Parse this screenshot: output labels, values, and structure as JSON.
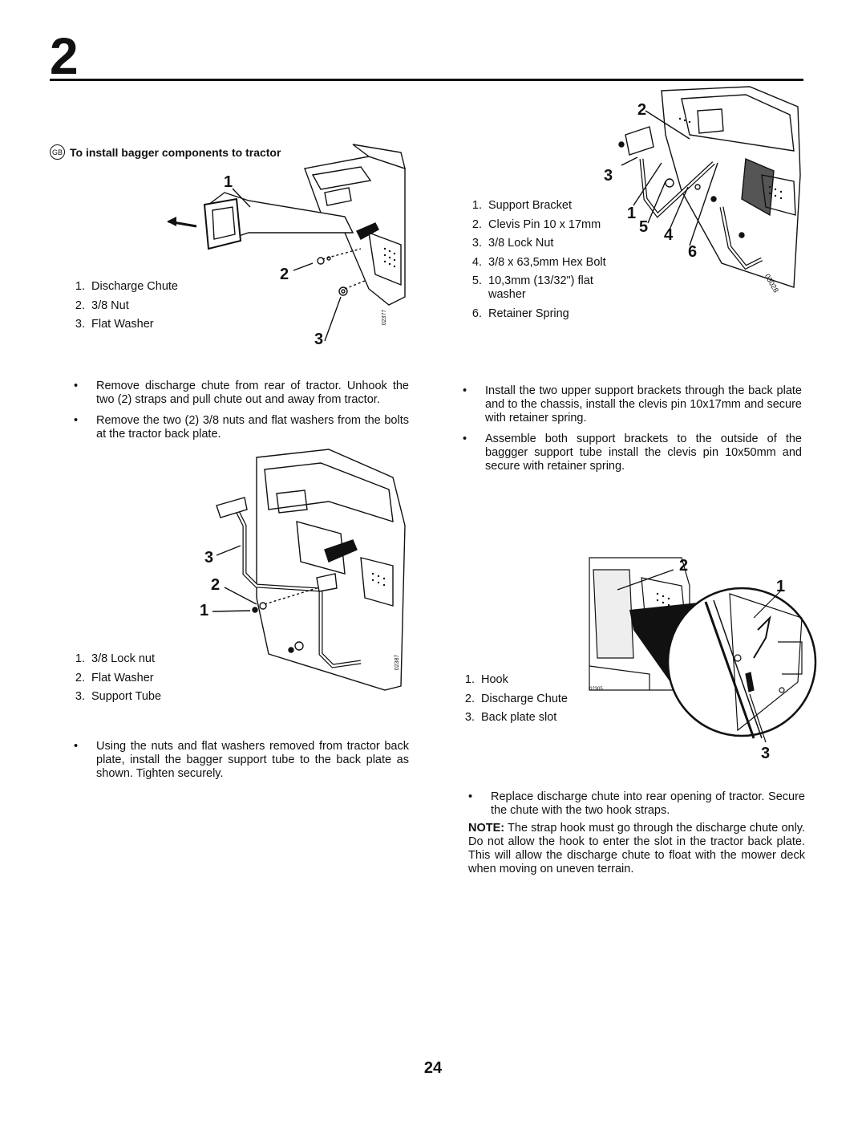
{
  "chapter_number": "2",
  "page_number": "24",
  "section": {
    "lang_badge": "GB",
    "title": "To install bagger components to tractor"
  },
  "figure1": {
    "callouts": [
      "1",
      "2",
      "3"
    ],
    "code": "02377",
    "legend": [
      {
        "num": "1.",
        "text": "Discharge Chute"
      },
      {
        "num": "2.",
        "text": "3/8 Nut"
      },
      {
        "num": "3.",
        "text": "Flat Washer"
      }
    ]
  },
  "figure2": {
    "callouts": [
      "3",
      "2",
      "1"
    ],
    "code": "02387",
    "legend": [
      {
        "num": "1.",
        "text": "3/8 Lock nut"
      },
      {
        "num": "2.",
        "text": "Flat Washer"
      },
      {
        "num": "3.",
        "text": "Support Tube"
      }
    ]
  },
  "figure3": {
    "callouts": [
      "2",
      "3",
      "1",
      "5",
      "4",
      "6"
    ],
    "code": "03028",
    "legend": [
      {
        "num": "1.",
        "text": "Support Bracket"
      },
      {
        "num": "2.",
        "text": "Clevis Pin 10 x 17mm"
      },
      {
        "num": "3.",
        "text": "3/8 Lock Nut"
      },
      {
        "num": "4.",
        "text": "3/8 x 63,5mm Hex Bolt"
      },
      {
        "num": "5.",
        "text": "10,3mm (13/32\") flat washer"
      },
      {
        "num": "6.",
        "text": "Retainer Spring"
      }
    ]
  },
  "figure4": {
    "callouts": [
      "2",
      "1",
      "3"
    ],
    "code": "02305",
    "legend": [
      {
        "num": "1.",
        "text": "Hook"
      },
      {
        "num": "2.",
        "text": "Discharge Chute"
      },
      {
        "num": "3.",
        "text": "Back plate slot"
      }
    ]
  },
  "left_bullets_1": [
    "Remove discharge chute from rear of tractor. Unhook the two (2) straps and pull chute out and away from tractor.",
    "Remove the two (2) 3/8 nuts and flat washers from the bolts at the tractor back plate."
  ],
  "left_bullets_2": [
    "Using the nuts and flat washers removed from tractor back plate, install the bagger support tube to the back plate as shown. Tighten securely."
  ],
  "right_bullets_1": [
    "Install the two upper support brackets through the back plate and to the  chassis, install the clevis pin 10x17mm and secure with retainer spring.",
    "Assemble both support brackets to the outside of the baggger support tube install the clevis pin 10x50mm and secure with retainer spring."
  ],
  "right_bullets_2": [
    "Replace discharge chute into rear opening of tractor. Secure the chute with the two hook straps."
  ],
  "note": {
    "label": "NOTE:",
    "text": " The strap hook must go through the discharge chute only. Do not allow the hook to enter the slot in the tractor back plate. This will allow the discharge chute to float with the mower deck when moving on uneven terrain."
  }
}
